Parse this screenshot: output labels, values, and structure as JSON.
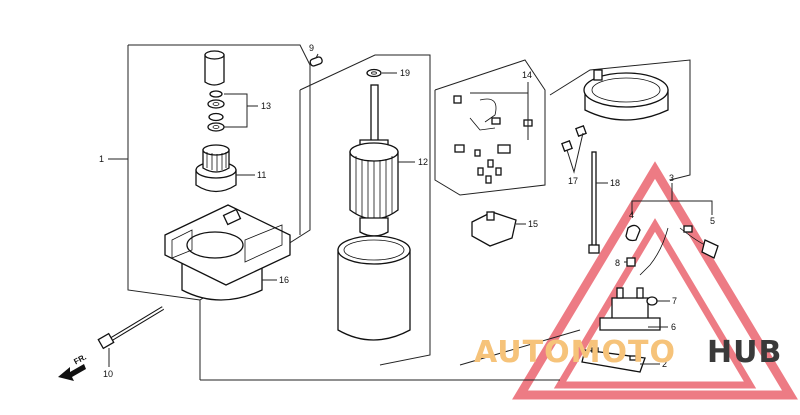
{
  "diagram": {
    "callouts": {
      "c1": "1",
      "c2": "2",
      "c3": "3",
      "c4": "4",
      "c5": "5",
      "c6": "6",
      "c7": "7",
      "c8": "8",
      "c9": "9",
      "c10": "10",
      "c11": "11",
      "c12": "12",
      "c13": "13",
      "c14": "14",
      "c15": "15",
      "c16": "16",
      "c17": "17",
      "c18": "18",
      "c19": "19"
    },
    "direction_label": "FR."
  },
  "watermark": {
    "text_part1": "AUTOMOTO",
    "text_part2": "HUB",
    "color_part1": "#f6c37a",
    "color_part2": "#3a3a3a",
    "triangle_color": "#e8505b"
  }
}
